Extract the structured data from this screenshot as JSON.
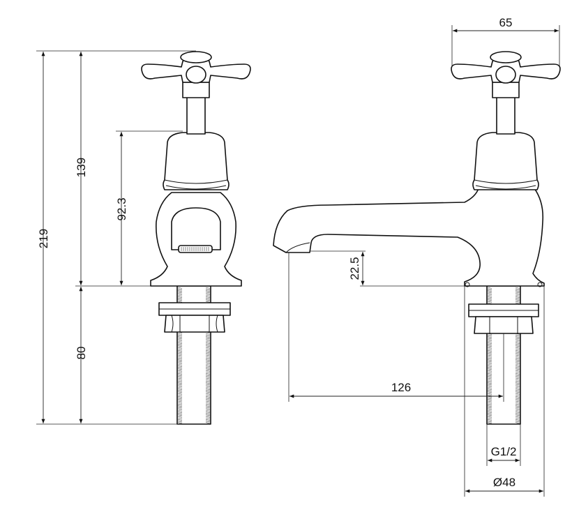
{
  "dimensions": {
    "overall_height": "219",
    "upper_height": "139",
    "body_height": "92.3",
    "lower_height": "80",
    "handle_width": "65",
    "spout_height": "22.5",
    "spout_reach": "126",
    "thread": "G1/2",
    "base_diameter": "Ø48"
  }
}
